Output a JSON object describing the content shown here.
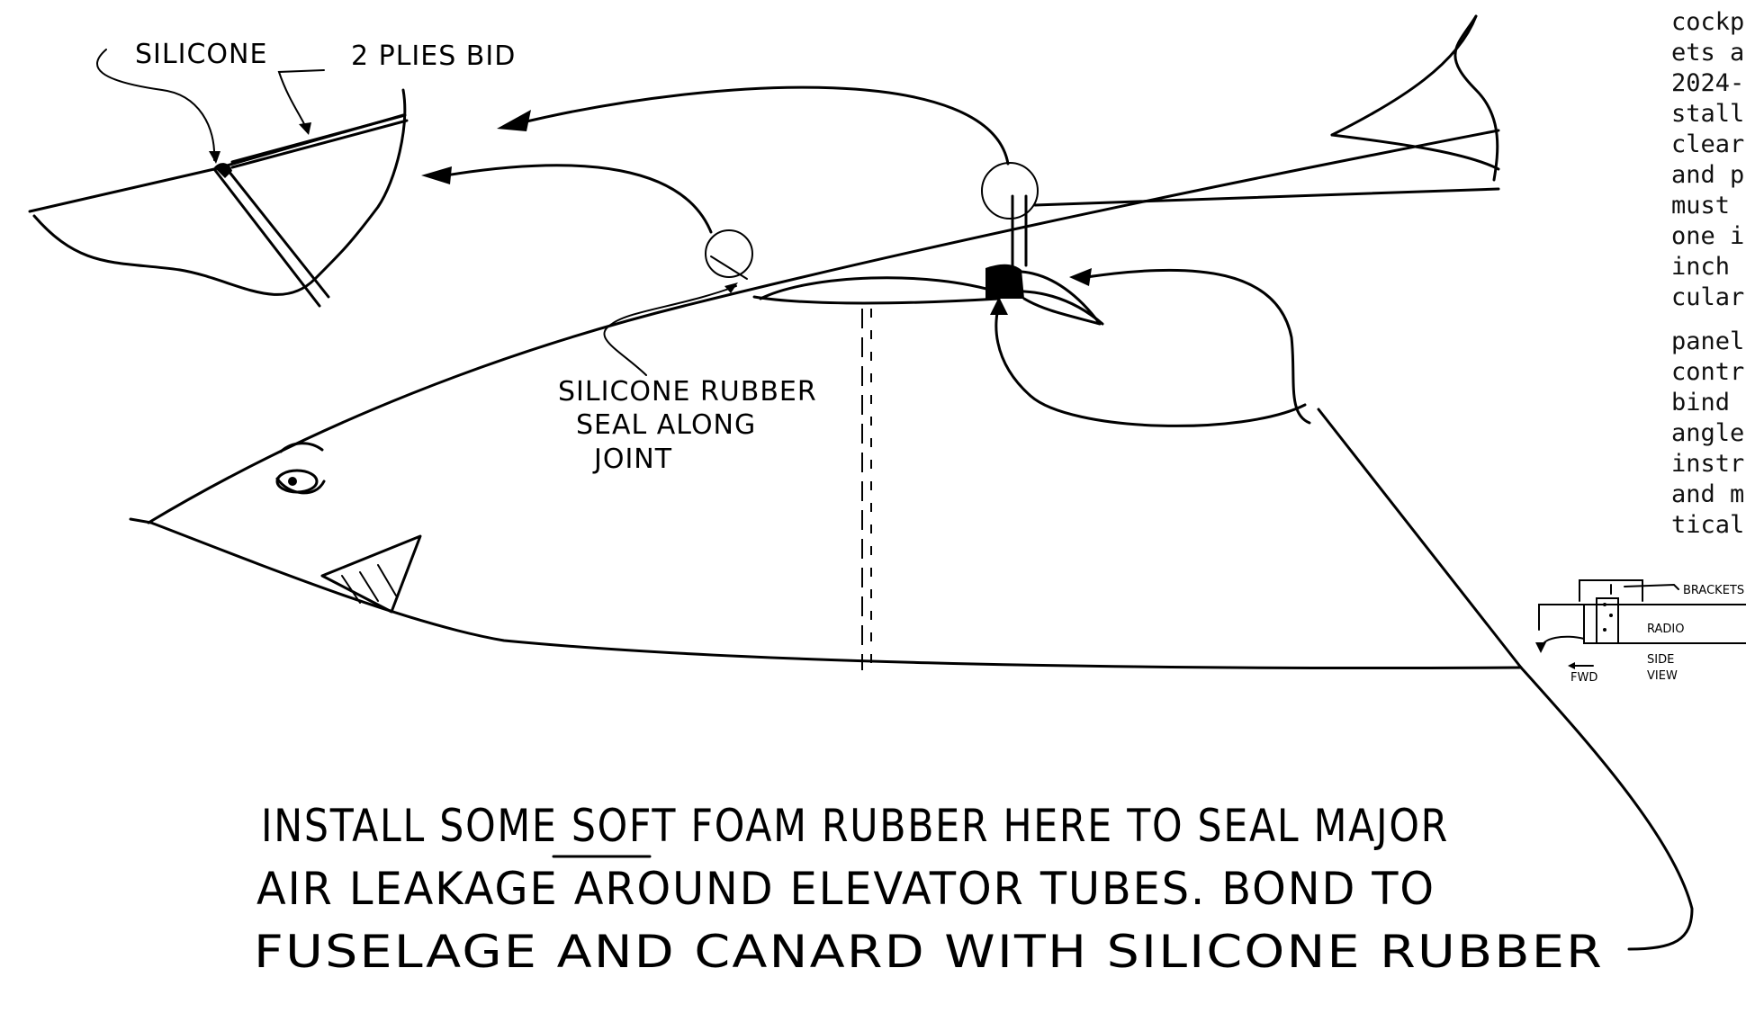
{
  "labels": {
    "silicone": "SILICONE",
    "plies": "2 PLIES BID",
    "seal_line1": "SILICONE RUBBER",
    "seal_line2": "SEAL ALONG",
    "seal_line3": "JOINT",
    "note_line1": "INSTALL SOME SOFT FOAM RUBBER HERE TO SEAL MAJOR",
    "note_line2": "AIR LEAKAGE AROUND ELEVATOR TUBES. BOND TO",
    "note_line3": "FUSELAGE AND CANARD WITH SILICONE RUBBER"
  },
  "inset": {
    "brackets": "BRACKETS",
    "radio": "RADIO",
    "side": "SIDE",
    "view": "VIEW",
    "fwd": "FWD"
  },
  "side_text": [
    "cockp",
    "ets a",
    "2024-",
    "stall",
    "clear",
    "and p",
    "must",
    "one i",
    "inch",
    "cular",
    "panel",
    "contr",
    "bind",
    "angle",
    "instr",
    "and m",
    "tical"
  ]
}
